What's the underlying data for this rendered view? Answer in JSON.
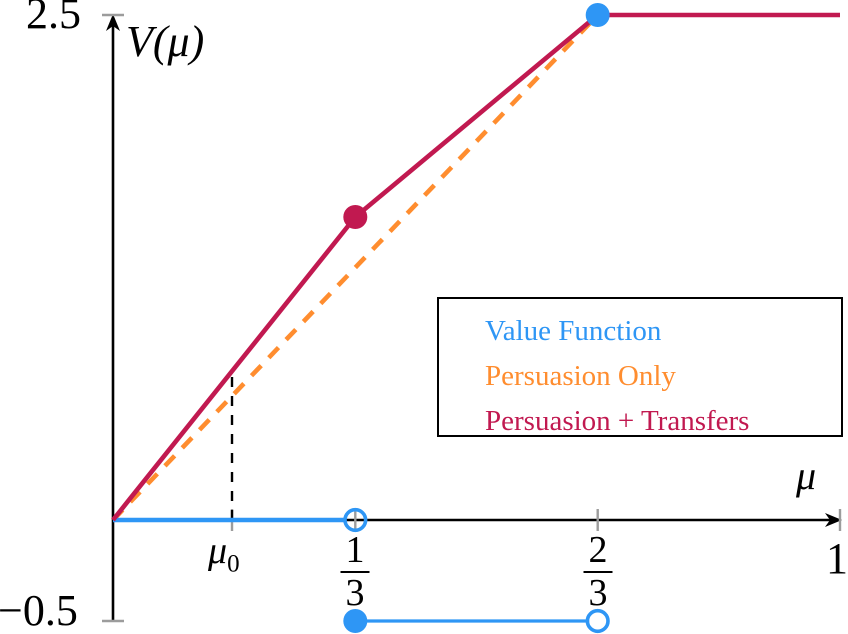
{
  "chart_data": {
    "type": "line",
    "title": "",
    "xlabel": "μ",
    "ylabel": "V(μ)",
    "xlim": [
      0,
      1.02
    ],
    "ylim": [
      -0.5,
      2.5
    ],
    "grid": false,
    "x_ticks": [
      {
        "value": 0.1637,
        "label": "μ₀"
      },
      {
        "value": 0.3333,
        "label": "1/3"
      },
      {
        "value": 0.6667,
        "label": "2/3"
      },
      {
        "value": 1,
        "label": "1"
      }
    ],
    "y_ticks": [
      {
        "value": 2.5,
        "label": "2.5"
      },
      {
        "value": -0.5,
        "label": "−0.5"
      }
    ],
    "guide_line": {
      "x": 0.1637,
      "y_from": 0,
      "y_to": 0.737,
      "style": "dashed",
      "color": "#000000"
    },
    "series": [
      {
        "name": "Value Function",
        "color": "#2E96F5",
        "style": "solid",
        "width": 4.6,
        "segments": [
          {
            "points": [
              [
                0,
                0
              ],
              [
                0.318,
                0
              ]
            ],
            "markers": [
              {
                "at": [
                  0.3333,
                  0
                ],
                "type": "open"
              }
            ]
          },
          {
            "points": [
              [
                0.3333,
                -0.5
              ],
              [
                0.655,
                -0.5
              ]
            ],
            "width": 3.2,
            "markers": [
              {
                "at": [
                  0.3333,
                  -0.5
                ],
                "type": "filled"
              },
              {
                "at": [
                  0.6667,
                  -0.5
                ],
                "type": "open"
              }
            ]
          },
          {
            "points": [
              [
                0.6667,
                2.5
              ]
            ],
            "markers": [
              {
                "at": [
                  0.6667,
                  2.5
                ],
                "type": "filled"
              }
            ]
          }
        ]
      },
      {
        "name": "Persuasion Only",
        "color": "#FF8D2F",
        "style": "dashed",
        "width": 4.6,
        "segments": [
          {
            "points": [
              [
                0,
                0
              ],
              [
                0.6667,
                2.5
              ]
            ],
            "markers": []
          }
        ]
      },
      {
        "name": "Persuasion + Transfers",
        "color": "#C11950",
        "style": "solid",
        "width": 4.6,
        "segments": [
          {
            "points": [
              [
                0,
                0
              ],
              [
                0.3333,
                1.5
              ],
              [
                0.6667,
                2.5
              ],
              [
                1,
                2.5
              ]
            ],
            "markers": [
              {
                "at": [
                  0.3333,
                  1.5
                ],
                "type": "filled"
              }
            ]
          }
        ]
      }
    ],
    "legend_position": "center-right"
  },
  "labels": {
    "y_title": "V(μ)",
    "x_title": "μ",
    "y_top": "2.5",
    "y_bottom": "−0.5",
    "x_one": "1",
    "mu0": {
      "base": "μ",
      "sub": "0"
    },
    "one_third": {
      "num": "1",
      "den": "3"
    },
    "two_thirds": {
      "num": "2",
      "den": "3"
    }
  },
  "legend": {
    "border_color": "#000000",
    "entries": [
      {
        "label": "Value Function",
        "color": "#2E96F5"
      },
      {
        "label": "Persuasion Only",
        "color": "#FF8D2F"
      },
      {
        "label": "Persuasion + Transfers",
        "color": "#C11950"
      }
    ]
  }
}
